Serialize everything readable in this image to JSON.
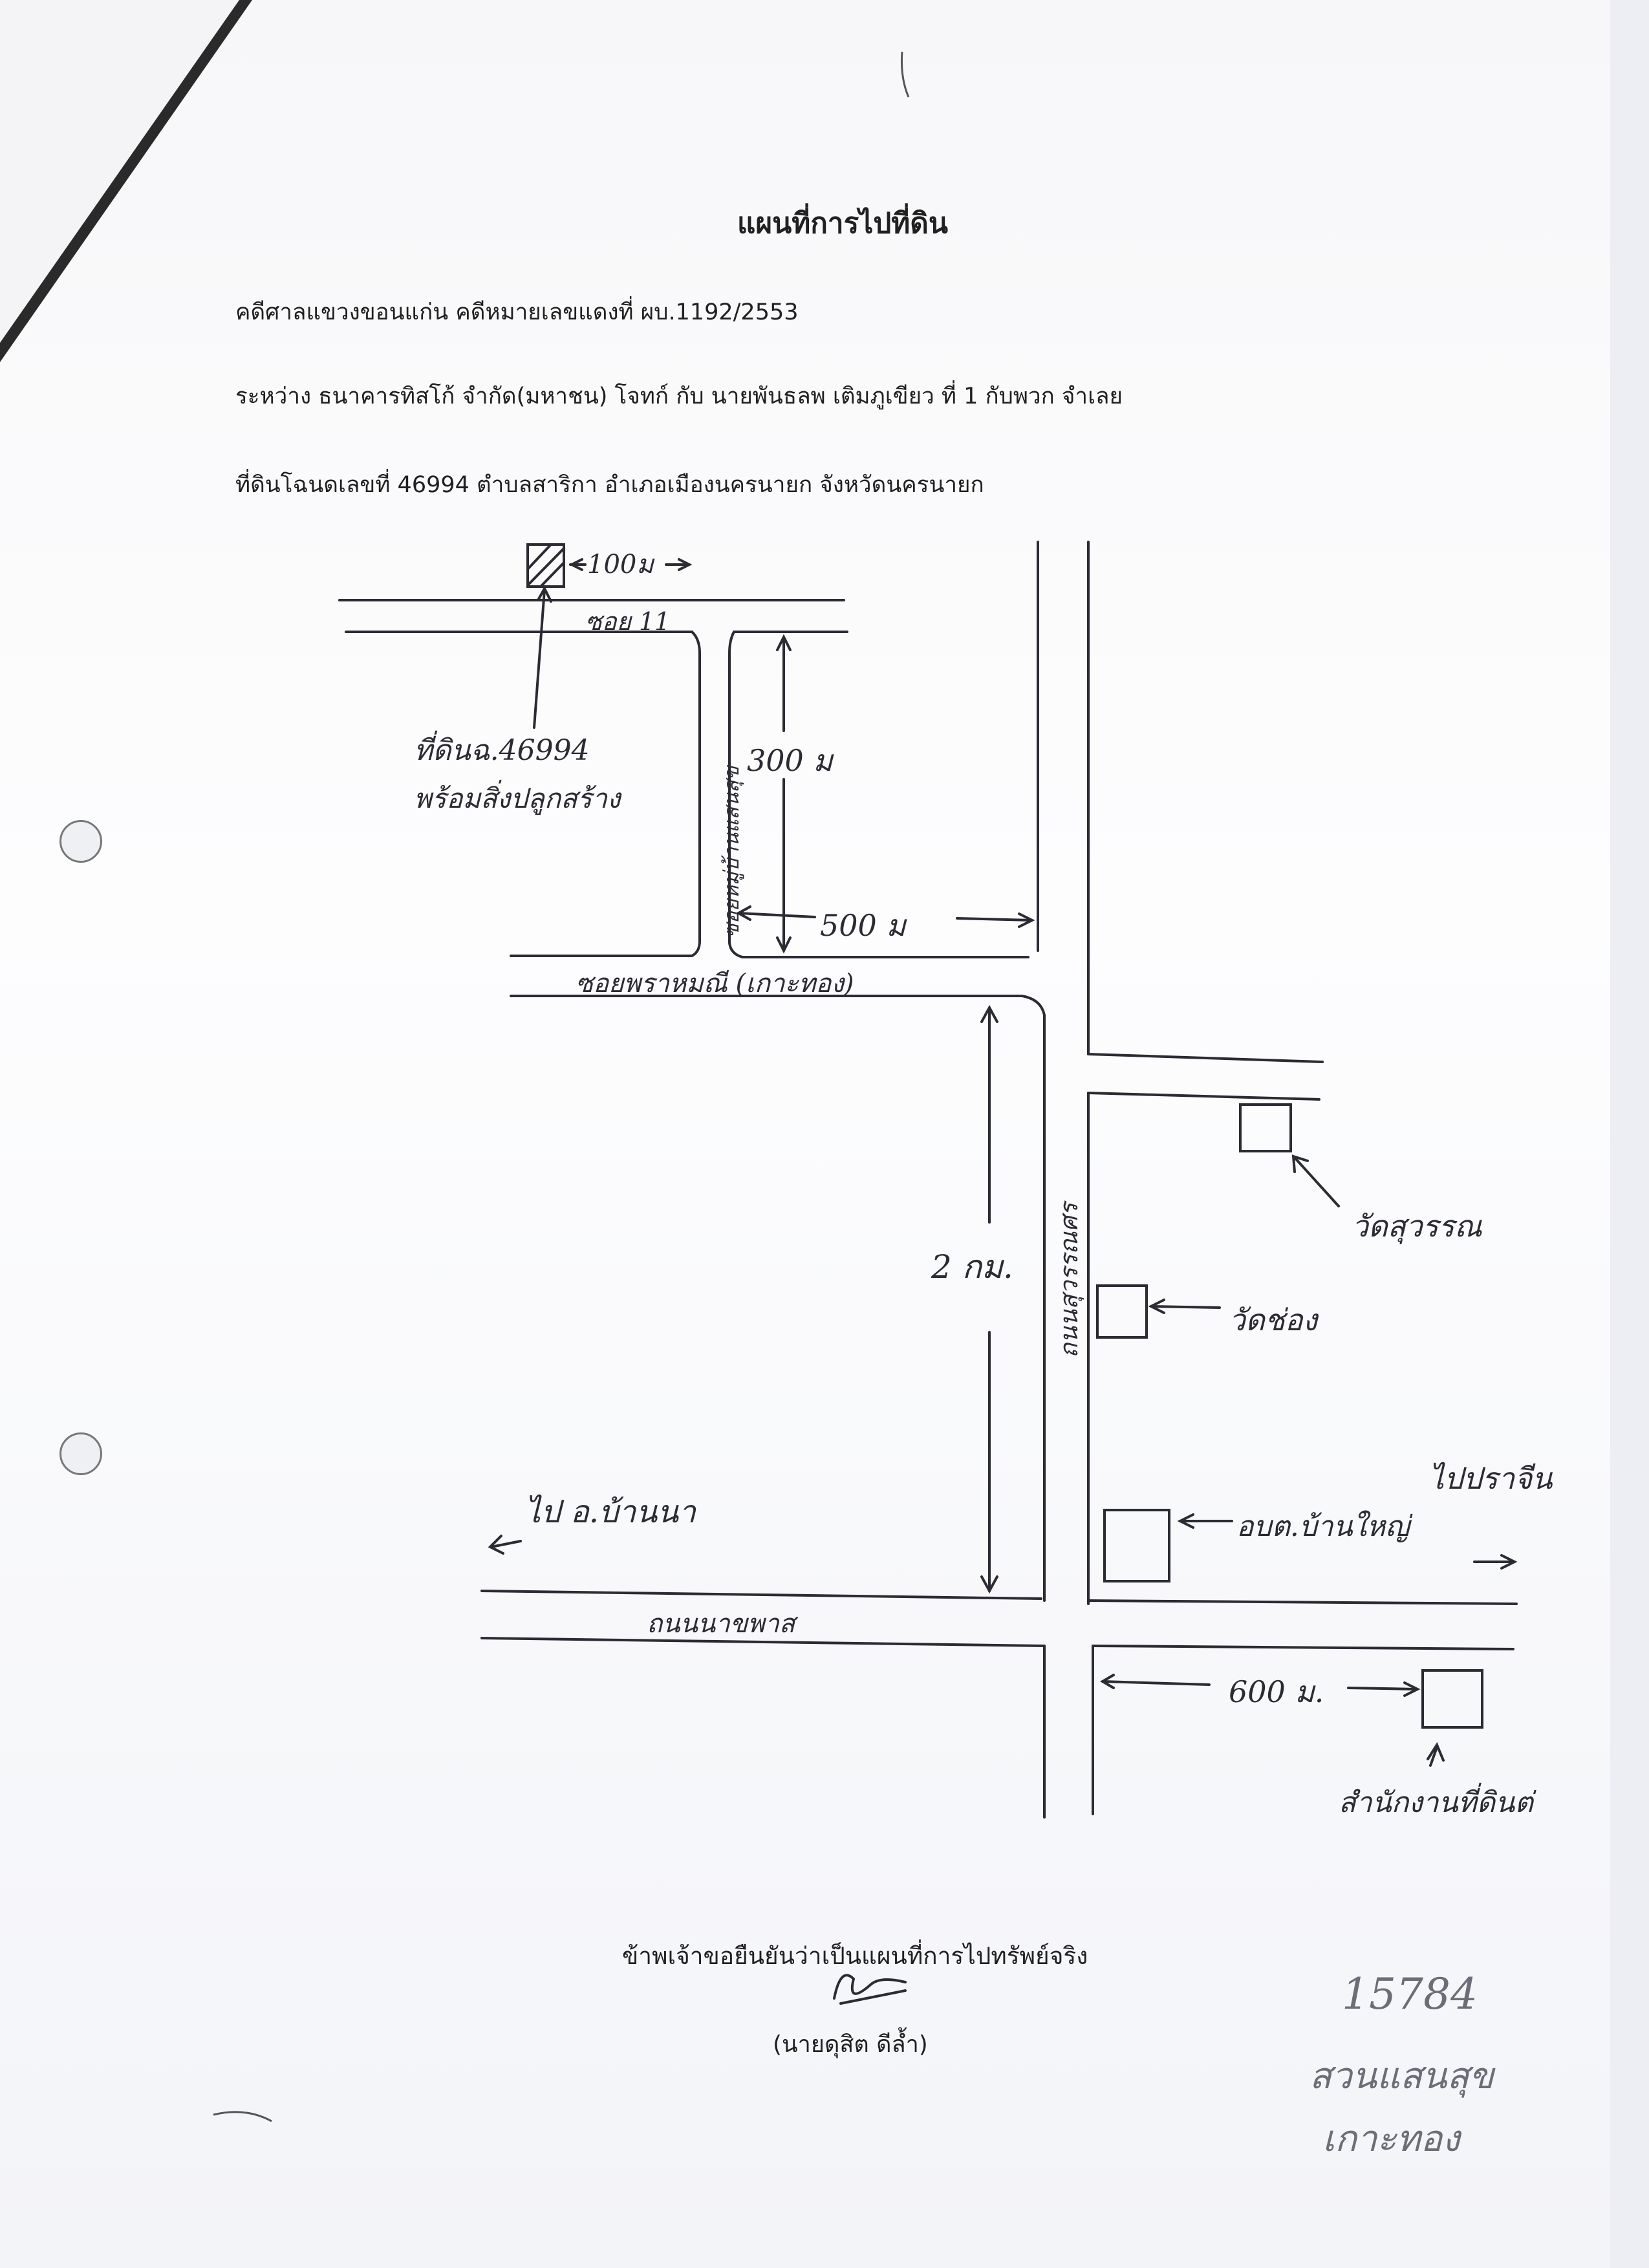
{
  "document": {
    "title": "แผนที่การไปที่ดิน",
    "case_line": "คดีศาลแขวงขอนแก่น  คดีหมายเลขแดงที่  ผบ.1192/2553",
    "parties_line": "ระหว่าง  ธนาคารทิสโก้ จำกัด(มหาชน)  โจทก์ กับ นายพันธลพ  เติมภูเขียว  ที่ 1 กับพวก   จำเลย",
    "land_line": "ที่ดินโฉนดเลขที่  46994  ตำบลสาริกา อำเภอเมืองนครนายก   จังหวัดนครนายก",
    "confirmation": "ข้าพเจ้าขอยืนยันว่าเป็นแผนที่การไปทรัพย์จริง",
    "signer": "(นายดุสิต  ดีล้ำ)"
  },
  "map": {
    "dist_100": "100ม",
    "soi_11": "ซอย 11",
    "land_label_1": "ที่ดินฉ.46994",
    "land_label_2": "พร้อมสิ่งปลูกสร้าง",
    "vertical_soi": "ซอยหมู่บ้านแสนสุข",
    "dist_300": "300 ม",
    "dist_500": "500 ม",
    "soi_main": "ซอยพราหมณี (เกาะทอง)",
    "main_road": "ถนนสุวรรณศร",
    "wat_1": "วัดสุวรรณ",
    "dist_2km": "2 กม.",
    "wat_2": "วัดช่อง",
    "to_left": "ไป อ.บ้านนา",
    "school": "อบต.บ้านใหญ่",
    "to_right": "ไปปราจีน",
    "cross_road": "ถนนนาขพาส",
    "dist_600": "600 ม.",
    "landmark_bottom": "สำนักงานที่ดินต่",
    "stamp_number": "15784",
    "stamp_line_1": "สวนแสนสุข",
    "stamp_line_2": "เกาะทอง"
  }
}
